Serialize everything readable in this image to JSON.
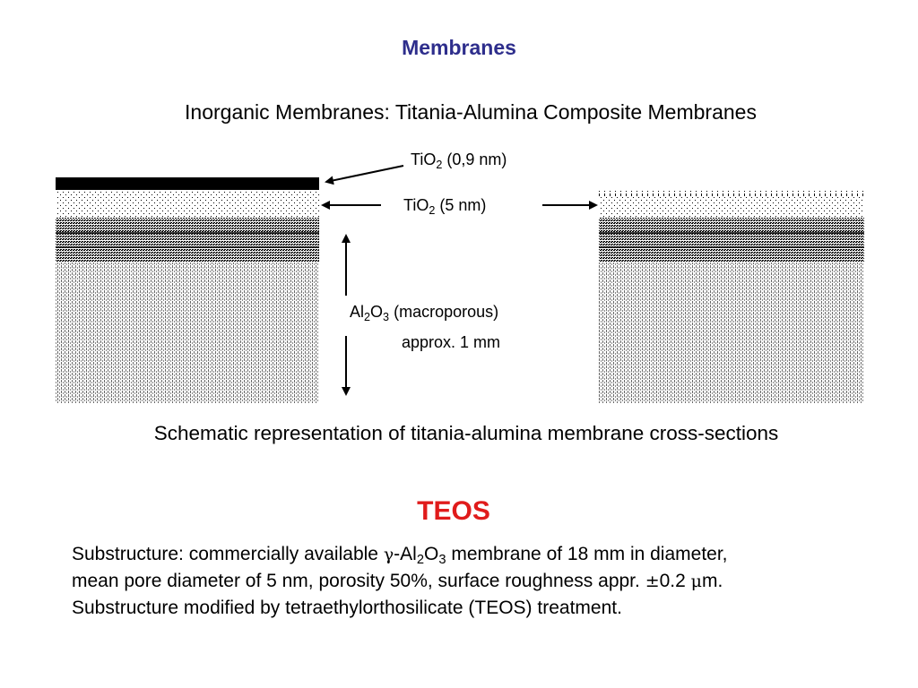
{
  "header": {
    "title": "Membranes",
    "subtitle": "Inorganic Membranes: Titania-Alumina Composite Membranes"
  },
  "diagram": {
    "labels": {
      "tio2_thin_main": "TiO",
      "tio2_thin_sub": "2",
      "tio2_thin_size": "(0,9 nm)",
      "tio2_mid_main": "TiO",
      "tio2_mid_sub": "2",
      "tio2_mid_size": "(5 nm)",
      "al2o3_main": "Al",
      "al2o3_sub1": "2",
      "al2o3_mid": "O",
      "al2o3_sub2": "3",
      "al2o3_desc": "(macroporous)",
      "al2o3_thickness": "approx. 1 mm"
    },
    "caption": "Schematic representation of titania-alumina membrane cross-sections"
  },
  "section": {
    "heading": "TEOS",
    "heading_color": "#e01b1b",
    "line1": {
      "a": "Substructure: commercially available ",
      "gamma": "γ",
      "b": "-Al",
      "sub1": "2",
      "c": "O",
      "sub2": "3",
      "d": " membrane of 18 mm in diameter,"
    },
    "line2": {
      "a": "mean pore diameter of 5 nm, porosity 50%, surface roughness appr. ",
      "pm": "±",
      "b": "0.2 ",
      "mu": "μ",
      "c": "m."
    },
    "line3": "Substructure  modified by tetraethylorthosilicate (TEOS) treatment."
  },
  "colors": {
    "title": "#2e2e8c",
    "accent": "#e01b1b"
  }
}
